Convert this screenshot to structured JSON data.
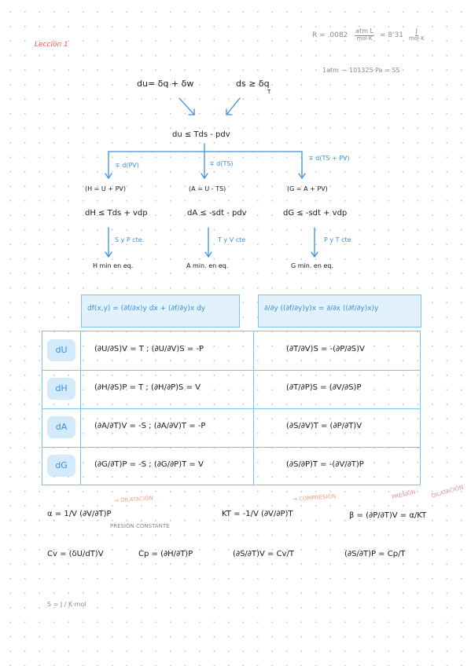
{
  "header": {
    "lesson_title": "Lección 1",
    "gas_constant": "R = .0082",
    "gas_unit1_num": "atm L",
    "gas_unit1_den": "mol·K",
    "gas_eq": "= 8'31",
    "gas_unit2_num": "J",
    "gas_unit2_den": "mol·K",
    "atm_conversion": "1atm — 101325 Pa = SS"
  },
  "derivation": {
    "du_first_law": "du= δq + δw",
    "ds_ineq": "ds ≥ δq",
    "ds_den": "T",
    "combined": "du ≤ Tds - pdv",
    "branch_labels": [
      "∓ d(PV)",
      "∓ d(TS)",
      "∓ d(TS + PV)"
    ],
    "definitions": [
      "(H = U + PV)",
      "(A = U - TS)",
      "(G = A + PV)"
    ],
    "differentials": [
      "dH ≤ Tds + vdp",
      "dA ≤ -sdt - pdv",
      "dG ≤ -sdt + vdp"
    ],
    "conditions": [
      "S y P cte.",
      "T y V cte",
      "P y T cte"
    ],
    "results": [
      "H min en eq.",
      "A min. en eq.",
      "G min. en eq."
    ]
  },
  "table": {
    "header_left": "df(x,y) = (∂f/∂x)y dx + (∂f/∂y)x dy",
    "header_right": "∂/∂y ((∂f/∂y)y)x = ∂/∂x ((∂f/∂y)x)y",
    "rows": [
      {
        "label": "dU",
        "left": "(∂U/∂S)V = T ; (∂U/∂V)S = -P",
        "right": "(∂T/∂V)S = -(∂P/∂S)V"
      },
      {
        "label": "dH",
        "left": "(∂H/∂S)P = T ; (∂H/∂P)S = V",
        "right": "(∂T/∂P)S = (∂V/∂S)P"
      },
      {
        "label": "dA",
        "left": "(∂A/∂T)V = -S ; (∂A/∂V)T = -P",
        "right": "(∂S/∂V)T = (∂P/∂T)V"
      },
      {
        "label": "dG",
        "left": "(∂G/∂T)P = -S ; (∂G/∂P)T = V",
        "right": "(∂S/∂P)T = -(∂V/∂T)P"
      }
    ]
  },
  "coefficients": {
    "alpha": "α = 1/V (∂V/∂T)P",
    "alpha_note": "PRESIÓN CONSTANTE",
    "alpha_tag": "→ DILATACIÓN",
    "kappa": "KT = -1/V (∂V/∂P)T",
    "kappa_tag": "→ COMPRESIÓN",
    "beta": "β = (∂P/∂T)V = α/KT",
    "beta_tag1": "PRESIÓN",
    "beta_tag2": "DILATACIÓN",
    "cv": "Cv = (δU/dT)V",
    "cp": "Cp = (∂H/∂T)P",
    "ds_dt_v": "(∂S/∂T)V = Cv/T",
    "ds_dt_p": "(∂S/∂T)P = Cp/T"
  },
  "footer": {
    "entropy_unit": "S = J / K·mol"
  },
  "colors": {
    "accent_blue": "#3b8fe0",
    "table_line": "#7cc4f0",
    "table_fill": "#e2f2fc",
    "lesson_red": "#e05a4a"
  }
}
